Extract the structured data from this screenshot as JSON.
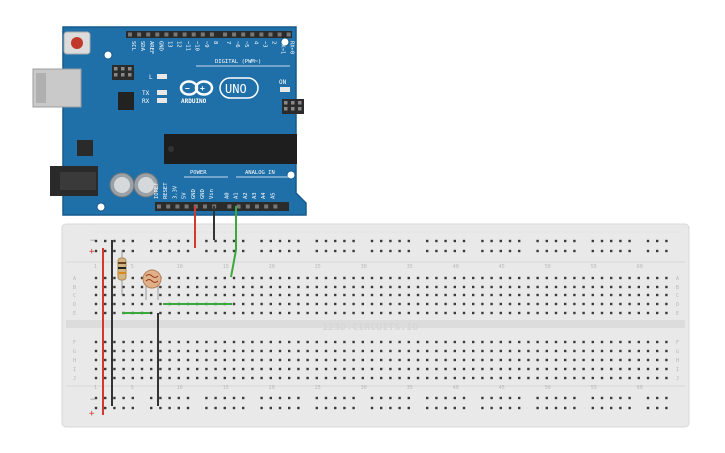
{
  "arduino": {
    "brand": "ARDUINO",
    "model": "UNO",
    "on_label": "ON",
    "led_l": "L",
    "led_tx": "TX",
    "led_rx": "RX",
    "digital_label": "DIGITAL (PWM~)",
    "top_pins": [
      "SCL",
      "SDA",
      "AREF",
      "GND",
      "13",
      "12",
      "~11",
      "~10",
      "~9",
      "8",
      "7",
      "~6",
      "~5",
      "4",
      "~3",
      "2",
      "TX→1",
      "RX←0"
    ],
    "power_label": "POWER",
    "analog_label": "ANALOG IN",
    "bottom_pins": [
      "IOREF",
      "RESET",
      "3.3V",
      "5V",
      "GND",
      "GND",
      "Vin",
      "A0",
      "A1",
      "A2",
      "A3",
      "A4",
      "A5"
    ],
    "colors": {
      "board": "#1f6fa9",
      "board_edge": "#175a8c",
      "header": "#2b2b2b",
      "chip": "#1e1e1e"
    }
  },
  "breadboard": {
    "watermark": "123D.CIRCUITS.IO",
    "plus_label": "+",
    "minus_label": "−",
    "row_letters_top": [
      "A",
      "B",
      "C",
      "D",
      "E"
    ],
    "row_letters_bottom": [
      "F",
      "G",
      "H",
      "I",
      "J"
    ],
    "column_numbers": [
      "1",
      "5",
      "10",
      "15",
      "20",
      "25",
      "30",
      "35",
      "40",
      "45",
      "50",
      "55",
      "60"
    ],
    "colors": {
      "body": "#e9e9e9",
      "hole": "#3a3a3a",
      "rail_red": "#d23a2d",
      "rail_black": "#333333",
      "text": "#b8b8b8"
    }
  },
  "wires": [
    {
      "name": "5v-wire",
      "color": "#d23a2d"
    },
    {
      "name": "gnd-wire",
      "color": "#333333"
    },
    {
      "name": "a0-wire",
      "color": "#3aa83a"
    },
    {
      "name": "left-red-rail-wire",
      "color": "#d23a2d"
    },
    {
      "name": "left-black-rail-wire",
      "color": "#333333"
    },
    {
      "name": "sensor-row-green-wire",
      "color": "#3aa83a"
    },
    {
      "name": "resistor-green-wire",
      "color": "#3aa83a"
    },
    {
      "name": "bottom-gnd-wire",
      "color": "#333333"
    }
  ],
  "components": [
    "resistor",
    "photoresistor"
  ]
}
